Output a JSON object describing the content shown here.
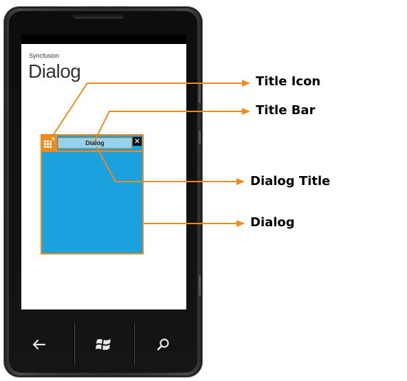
{
  "screen": {
    "app_name": "Syncfusion",
    "page_title": "Dialog"
  },
  "dialog": {
    "title": "Dialog",
    "close_glyph": "✕",
    "icon": "grid-icon"
  },
  "callouts": {
    "title_icon": "Title Icon",
    "title_bar": "Title Bar",
    "dialog_title": "Dialog Title",
    "dialog": "Dialog"
  },
  "hardware": {
    "back_icon": "back-arrow-icon",
    "start_icon": "windows-logo-icon",
    "search_icon": "search-icon"
  },
  "colors": {
    "accent": "#ef8a1c",
    "dialog_blue": "#1ba1de",
    "title_light_blue": "#95d2f1"
  }
}
